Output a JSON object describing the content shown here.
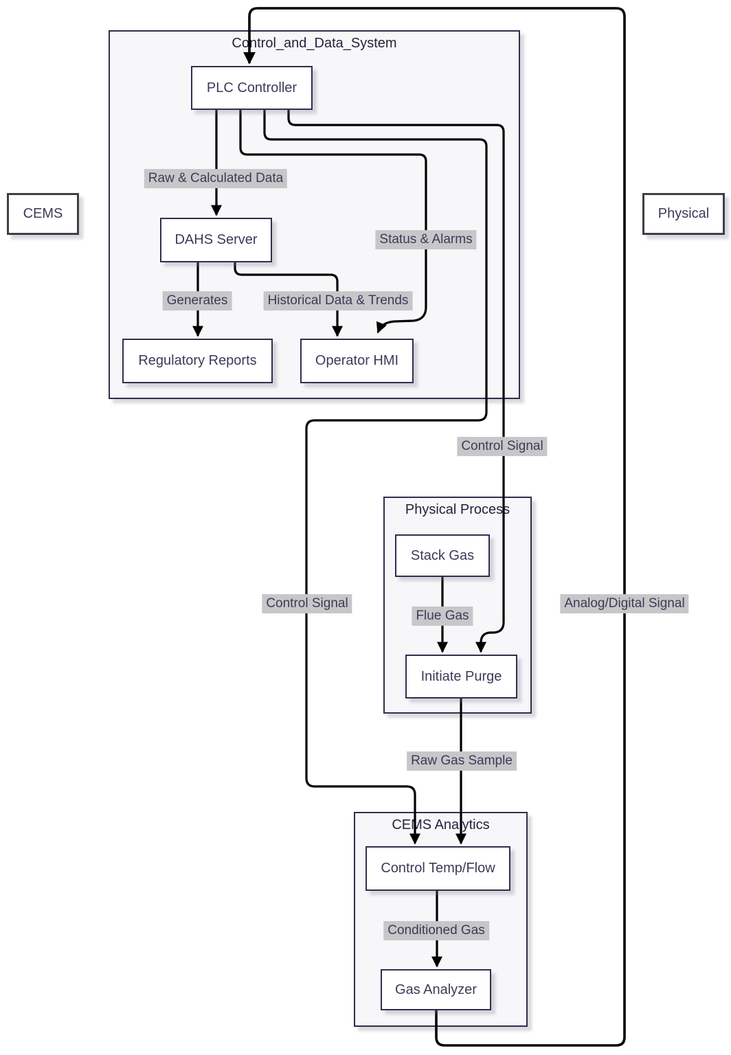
{
  "lanes": {
    "cems": {
      "label": "CEMS"
    },
    "physical": {
      "label": "Physical"
    }
  },
  "containers": {
    "control_and_data_system": {
      "title": "Control_and_Data_System"
    },
    "physical_process": {
      "title": "Physical Process"
    },
    "cems_analytics": {
      "title": "CEMS Analytics"
    }
  },
  "nodes": {
    "plc_controller": {
      "label": "PLC Controller"
    },
    "dahs_server": {
      "label": "DAHS Server"
    },
    "regulatory_reports": {
      "label": "Regulatory Reports"
    },
    "operator_hmi": {
      "label": "Operator HMI"
    },
    "stack_gas": {
      "label": "Stack Gas"
    },
    "initiate_purge": {
      "label": "Initiate Purge"
    },
    "control_temp_flow": {
      "label": "Control Temp/Flow"
    },
    "gas_analyzer": {
      "label": "Gas Analyzer"
    }
  },
  "edge_labels": {
    "raw_calculated_data": "Raw & Calculated Data",
    "status_alarms": "Status & Alarms",
    "generates": "Generates",
    "historical_data_trends": "Historical Data & Trends",
    "control_signal_to_temp_flow": "Control Signal",
    "control_signal_to_purge": "Control Signal",
    "analog_digital_signal": "Analog/Digital Signal",
    "flue_gas": "Flue Gas",
    "raw_gas_sample": "Raw Gas Sample",
    "conditioned_gas": "Conditioned Gas"
  },
  "colors": {
    "background": "#ffffff",
    "container_fill": "#f7f7f9",
    "box_border": "#2e2e4f",
    "lane_border": "#3f3f46",
    "text": "#3b3b58",
    "edge_label_bg": "#c7c7c9",
    "line": "#000000"
  }
}
